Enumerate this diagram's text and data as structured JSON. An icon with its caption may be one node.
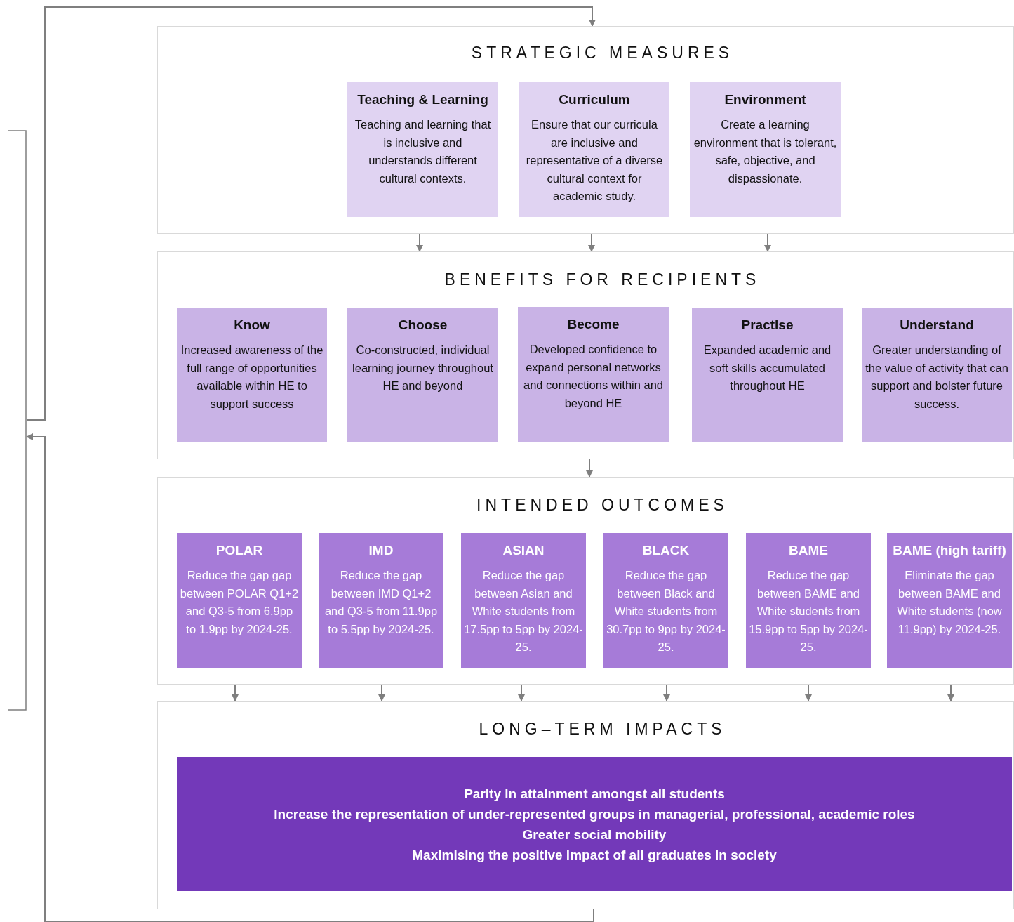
{
  "diagram": {
    "nodes": [
      {
        "text": [
          "STRATEGIC MEASURES"
        ]
      },
      {
        "text": [
          "Teaching & Learning",
          "Teaching and learning that is inclusive and understands different cultural contexts."
        ],
        "in": 0
      },
      {
        "text": [
          "Curriculum",
          "Ensure that our curricula are inclusive and representative of a diverse cultural context for academic study."
        ],
        "in": 0
      },
      {
        "text": [
          "Environment",
          "Create a learning environment that is tolerant, safe, objective, and dispassionate."
        ],
        "in": 0
      },
      {
        "text": [
          "BENEFITS FOR RECIPIENTS"
        ]
      },
      {
        "text": [
          "Know",
          "Increased awareness of the full range of opportunities available within HE to support success"
        ],
        "in": 4
      },
      {
        "text": [
          "Choose",
          "Co-constructed, individual learning journey throughout HE and beyond"
        ],
        "in": 4
      },
      {
        "text": [
          "Become",
          "Developed confidence to expand personal networks and connections within and beyond HE"
        ],
        "in": 4
      },
      {
        "text": [
          "Practise",
          "Expanded academic and soft skills accumulated throughout HE"
        ],
        "in": 4
      },
      {
        "text": [
          "Understand",
          "Greater understanding of the value of activity that can support and bolster future success."
        ],
        "in": 4
      },
      {
        "text": [
          "INTENDED OUTCOMES"
        ]
      },
      {
        "text": [
          "POLAR",
          "Reduce the gap gap between POLAR Q1+2 and Q3-5 from 6.9pp to 1.9pp by 2024-25."
        ],
        "in": 10
      },
      {
        "text": [
          "IMD",
          "Reduce the gap between IMD Q1+2 and Q3-5 from 11.9pp to 5.5pp by 2024-25."
        ],
        "in": 10
      },
      {
        "text": [
          "ASIAN",
          "Reduce the gap between Asian and White students from 17.5pp to 5pp by 2024-25."
        ],
        "in": 10
      },
      {
        "text": [
          "BLACK",
          "Reduce the gap between Black and White students from 30.7pp to 9pp by 2024-25."
        ],
        "in": 10
      },
      {
        "text": [
          "BAME",
          "Reduce the gap between BAME and White students from 15.9pp to 5pp by 2024-25."
        ],
        "in": 10
      },
      {
        "text": [
          "BAME (high tariff)",
          "Eliminate the gap between BAME and White students (now 11.9pp) by 2024-25."
        ],
        "in": 10
      },
      {
        "text": [
          "LONG–TERM IMPACTS"
        ]
      },
      {
        "text": [
          "Parity in attainment amongst all students",
          "Increase the representation of under-represented groups in managerial, professional, academic roles",
          "Greater social mobility",
          "Maximising the positive impact of all graduates in society"
        ],
        "in": 17
      },
      {
        "text": [],
        "shape": "bar"
      }
    ],
    "edges": [
      {
        "from": 1,
        "to": 4,
        "arrow": "to"
      },
      {
        "from": 2,
        "to": 4,
        "arrow": "to"
      },
      {
        "from": 3,
        "to": 4,
        "arrow": "to"
      },
      {
        "from": 7,
        "to": 10,
        "arrow": "to"
      },
      {
        "from": 11,
        "to": 17,
        "arrow": "to"
      },
      {
        "from": 12,
        "to": 17,
        "arrow": "to"
      },
      {
        "from": 13,
        "to": 17,
        "arrow": "to"
      },
      {
        "from": 14,
        "to": 17,
        "arrow": "to"
      },
      {
        "from": 15,
        "to": 17,
        "arrow": "to"
      },
      {
        "from": 16,
        "to": 17,
        "arrow": "to"
      },
      {
        "from": 18,
        "to": 19,
        "arrow": "to"
      },
      {
        "from": 19,
        "to": 0,
        "arrow": "to"
      }
    ]
  }
}
